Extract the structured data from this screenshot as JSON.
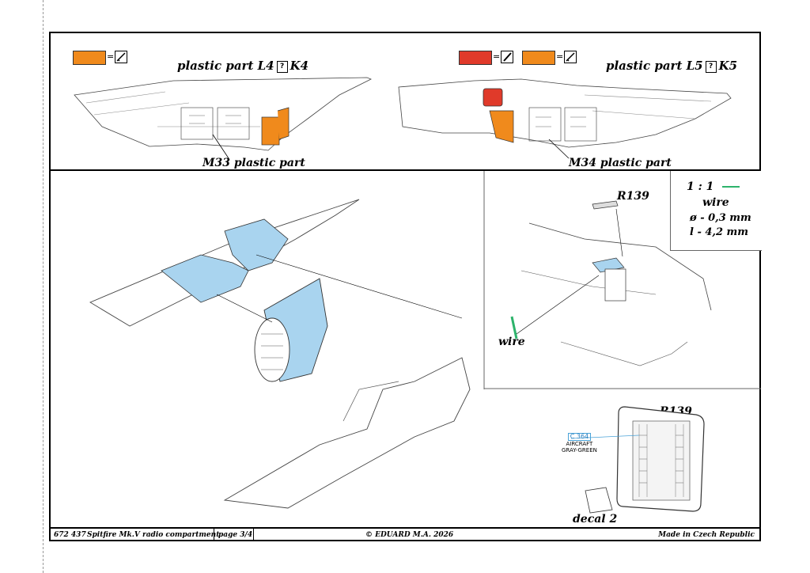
{
  "colors": {
    "orange": "#f08a1c",
    "red": "#e03a2a",
    "blue": "#a9d4ef",
    "green": "#2db36b"
  },
  "top_left": {
    "title_prefix": "plastic part L4",
    "title_mark": "?",
    "title_suffix": "K4",
    "callout": "M33 plastic part",
    "legend_icon": "brush-icon"
  },
  "top_right": {
    "title_prefix": "plastic part L5",
    "title_mark": "?",
    "title_suffix": "K5",
    "callout": "M34 plastic part",
    "legend_icons": [
      "pencil-icon",
      "brush-icon"
    ]
  },
  "legend_eq": "=",
  "spec": {
    "scale": "1 : 1",
    "item": "wire",
    "diameter": "ø - 0,3 mm",
    "length": "l - 4,2 mm"
  },
  "detail": {
    "part": "R139",
    "wire_label": "wire"
  },
  "decal_area": {
    "part": "R139",
    "color_code": "C 364",
    "color_name_1": "AIRCRAFT",
    "color_name_2": "GRAY-GREEN",
    "decal": "decal 2"
  },
  "footer": {
    "code": "672 437",
    "title": "Spitfire Mk.V radio compartment",
    "page": "page 3/4",
    "copyright": "© EDUARD  M.A. 2026",
    "origin": "Made in Czech Republic"
  }
}
